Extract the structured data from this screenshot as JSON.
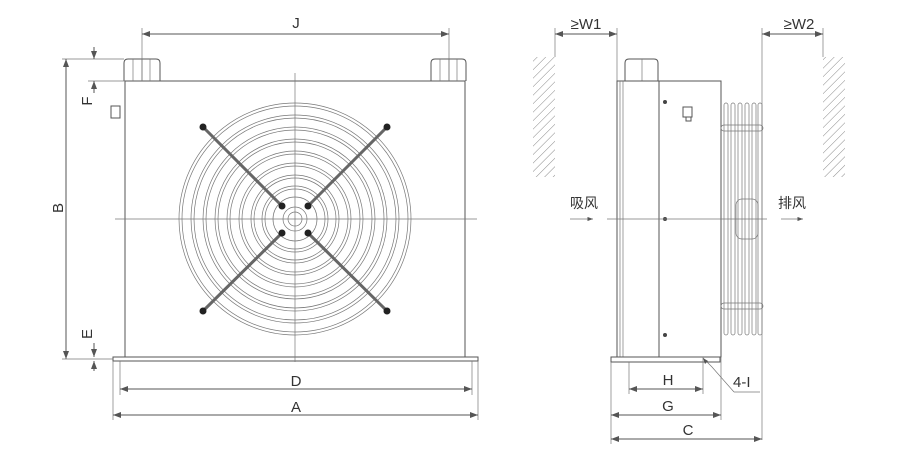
{
  "title": "Air cooler dimension drawing",
  "front_view": {
    "labels": {
      "J": "J",
      "F": "F",
      "B": "B",
      "E": "E",
      "D": "D",
      "A": "A"
    }
  },
  "side_view": {
    "labels": {
      "W1": "≥W1",
      "W2": "≥W2",
      "H": "H",
      "G": "G",
      "C": "C",
      "holes": "4-I"
    },
    "air_in": "吸风",
    "air_out": "排风"
  },
  "colors": {
    "line": "#555555",
    "background": "#ffffff"
  }
}
